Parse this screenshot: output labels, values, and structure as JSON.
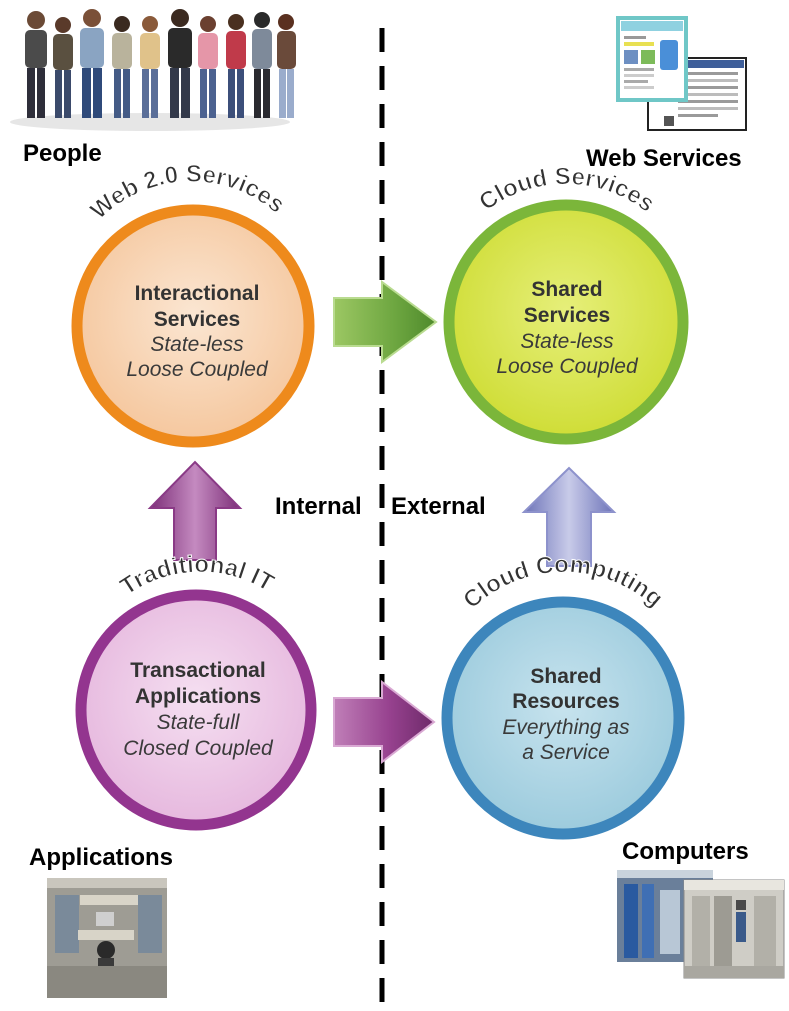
{
  "corner_labels": {
    "people": "People",
    "web_services": "Web Services",
    "applications": "Applications",
    "computers": "Computers"
  },
  "divider_labels": {
    "internal": "Internal",
    "external": "External"
  },
  "circles": {
    "web20": {
      "title": "Web 2.0 Services",
      "line1": "Interactional",
      "line2": "Services",
      "line3": "State-less",
      "line4": "Loose Coupled",
      "fill": "#f8d2b0",
      "ring": "#ee8a1c"
    },
    "cloud_services": {
      "title": "Cloud Services",
      "line1": "Shared",
      "line2": "Services",
      "line3": "State-less",
      "line4": "Loose Coupled",
      "fill": "#d9e64a",
      "ring": "#7bb63a"
    },
    "traditional": {
      "title": "Traditional IT",
      "line1": "Transactional",
      "line2": "Applications",
      "line3": "State-full",
      "line4": "Closed Coupled",
      "fill": "#ecc8e6",
      "ring": "#93358f"
    },
    "cloud_computing": {
      "title": "Cloud Computing",
      "line1": "Shared",
      "line2": "Resources",
      "line3": "Everything as",
      "line4": "a Service",
      "fill": "#acd3e2",
      "ring": "#3d86bc"
    }
  }
}
